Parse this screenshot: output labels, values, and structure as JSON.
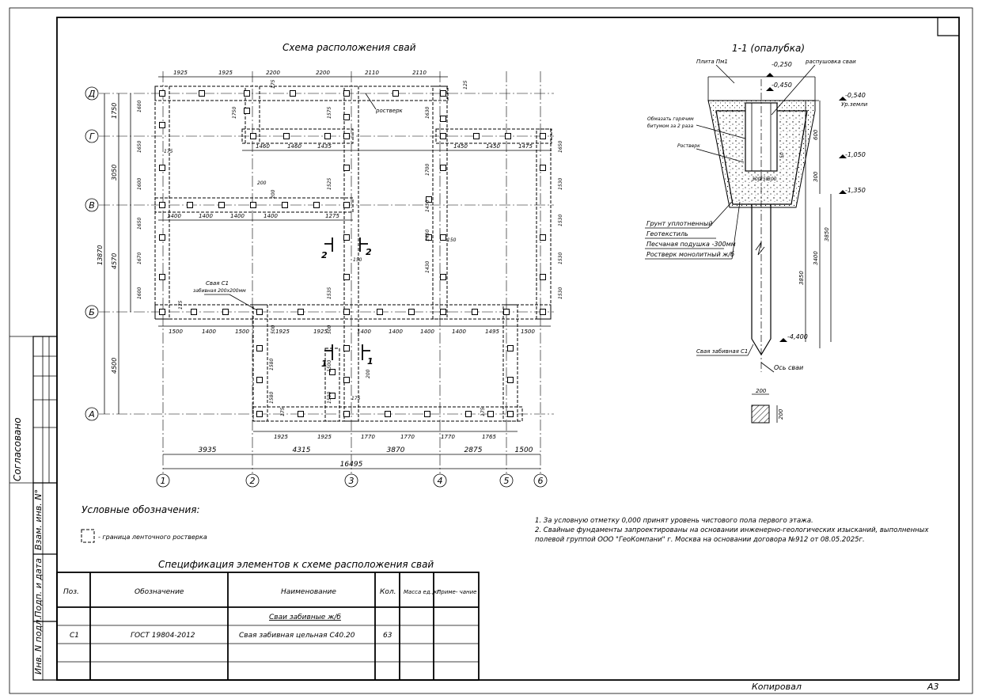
{
  "sheet": {
    "format": "A3",
    "copied_label": "Копировал",
    "side_labels": [
      "Согласовано",
      "Взам. инв. N°",
      "Подп. и дата",
      "Инв. N подл."
    ]
  },
  "plan": {
    "title": "Схема расположения свай",
    "axes_letters": [
      "Д",
      "Г",
      "В",
      "Б",
      "А"
    ],
    "axes_numbers": [
      "1",
      "2",
      "3",
      "4",
      "5",
      "6"
    ],
    "left_dims": [
      "1750",
      "3050",
      "4570",
      "4500",
      "13870"
    ],
    "bottom_dims": [
      "3935",
      "4315",
      "3870",
      "2875",
      "1500",
      "16495"
    ],
    "top_dims": [
      "1925",
      "1925",
      "2200",
      "2200",
      "2110",
      "2110"
    ],
    "row_g_dims": [
      "1460",
      "1460",
      "1435",
      "1450",
      "1450",
      "1475"
    ],
    "row_v_dims": [
      "1400",
      "1400",
      "1400",
      "1400",
      "1275"
    ],
    "row_b_dims": [
      "1500",
      "1400",
      "1500",
      "1925",
      "1925",
      "1400",
      "1400",
      "1400",
      "1400",
      "1495",
      "1500"
    ],
    "row_a_dims": [
      "1925",
      "1925",
      "1770",
      "1770",
      "1770",
      "1765"
    ],
    "vert_dims": [
      "1600",
      "1650",
      "1600",
      "1650",
      "1670",
      "1600",
      "1750",
      "1575",
      "1525",
      "1535",
      "1630",
      "1700",
      "1650",
      "1430",
      "1430",
      "1430",
      "1580",
      "1580",
      "1500",
      "1500",
      "1530",
      "1530",
      "1530",
      "1530"
    ],
    "small_dims": [
      "175",
      "200",
      "200",
      "150",
      "175",
      "150",
      "200",
      "175",
      "175",
      "175",
      "175",
      "125",
      "500",
      "500"
    ],
    "pile_callout_line1": "Свая С1",
    "pile_callout_line2": "забивная 200х200мм",
    "grillage_label": "ростверк",
    "section_marks": [
      "2",
      "2",
      "1",
      "1"
    ]
  },
  "section": {
    "title": "1-1 (опалубка)",
    "slab_label": "Плита Пм1",
    "mark_top": "-0,250",
    "spread_label": "распушовка сваи",
    "mark_pile_head": "-0,450",
    "mark_ground": "-0,540",
    "ground_label": "Ур.земли",
    "coat_line1": "Обмазать горячим",
    "coat_line2": "битумом за 2 раза",
    "grillage_label": "Ростверк",
    "mark_mid": "-1,050",
    "mark_base": "-1,350",
    "dims": [
      "600",
      "300",
      "3850",
      "3400",
      "3850",
      "50",
      "300",
      "250",
      "300"
    ],
    "layers": [
      "Грунт уплотненный",
      "Геотекстиль",
      "Песчаная подушка -300мм",
      "Ростверк монолитный ж/б"
    ],
    "mark_tip": "-4,400",
    "pile_label": "Свая забивная С1",
    "axis_label": "Ось сваи",
    "pile_size_h": "200",
    "pile_size_v": "200"
  },
  "legend": {
    "title": "Условные обозначения:",
    "item": "- граница ленточного ростверка"
  },
  "notes": [
    "1. За условную отметку 0,000 принят уровень чистового пола первого этажа.",
    "2. Свайные фундаменты запроектированы на основании инженерно-геологических изысканий, выполненных",
    "полевой группой ООО \"ГеоКомпани\" г. Москва на основании договора №912 от 08.05.2025г."
  ],
  "spec": {
    "title": "Спецификация элементов к схеме расположения свай",
    "headers": [
      "Поз.",
      "Обозначение",
      "Наименование",
      "Кол.",
      "Масса ед.,кг",
      "Приме- чание"
    ],
    "group_row": "Сваи забивные ж/б",
    "rows": [
      {
        "pos": "С1",
        "designation": "ГОСТ 19804-2012",
        "name": "Свая забивная цельная С40.20",
        "qty": "63",
        "mass": "",
        "note": ""
      }
    ]
  }
}
